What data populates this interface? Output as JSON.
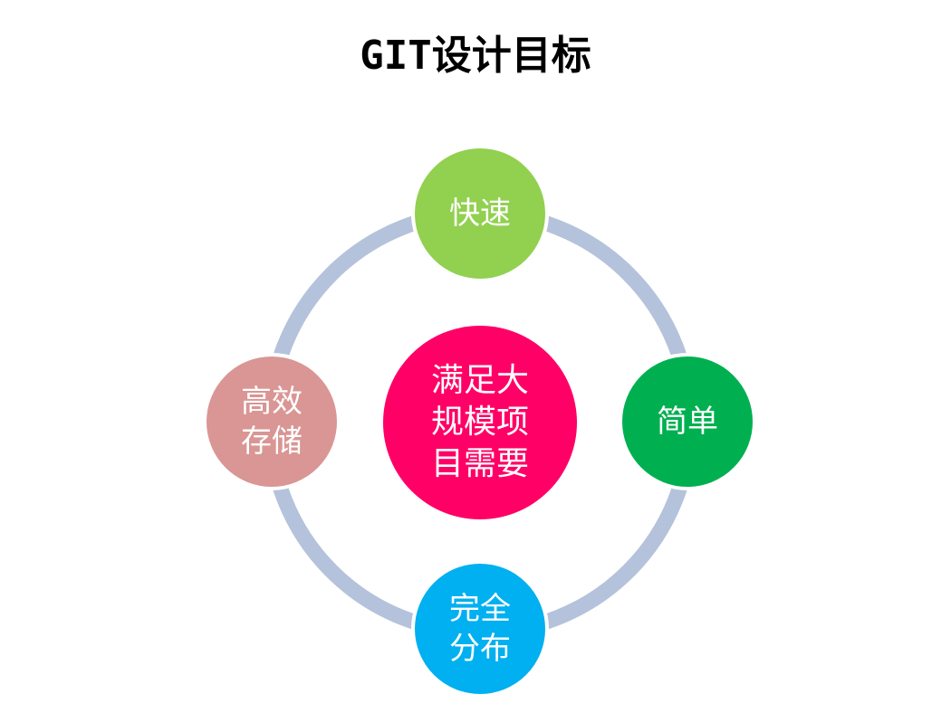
{
  "title": "GIT设计目标",
  "center": {
    "label": "满足大\n规模项\n目需要",
    "color": "#ff0066"
  },
  "nodes": {
    "top": {
      "label": "快速",
      "color": "#92d050"
    },
    "right": {
      "label": "简单",
      "color": "#00b050"
    },
    "bottom": {
      "label": "完全\n分布",
      "color": "#00b0f0"
    },
    "left": {
      "label": "高效\n存储",
      "color": "#d99694"
    }
  },
  "ring_color": "#b4c3db"
}
